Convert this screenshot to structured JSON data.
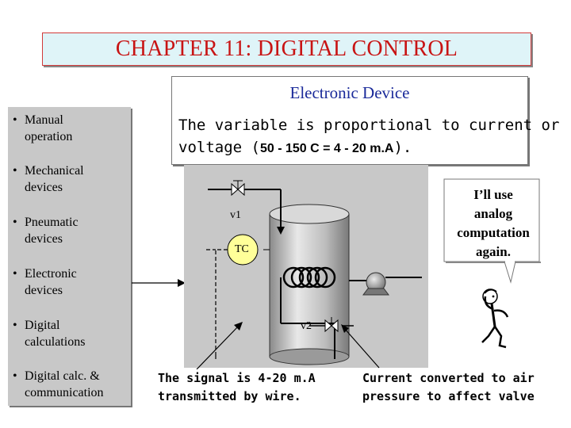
{
  "title": "CHAPTER 11: DIGITAL CONTROL",
  "left_panel": {
    "bullet_char": "•",
    "items": [
      {
        "label": "Manual operation",
        "line1": "Manual",
        "line2": "operation"
      },
      {
        "label": "Mechanical devices",
        "line1": "Mechanical",
        "line2": "devices"
      },
      {
        "label": "Pneumatic devices",
        "line1": "Pneumatic",
        "line2": "devices"
      },
      {
        "label": "Electronic devices",
        "line1": "Electronic",
        "line2": "devices"
      },
      {
        "label": "Digital calculations",
        "line1": "Digital",
        "line2": "calculations"
      },
      {
        "label": "Digital calc. & communication",
        "line1": "Digital calc. &",
        "line2": "communication"
      }
    ]
  },
  "device_box": {
    "heading": "Electronic Device",
    "line1": "The variable is proportional to current or",
    "line2_prefix": "voltage (",
    "line2_range": "50 - 150 C = 4 - 20 m.A",
    "line2_suffix": ")."
  },
  "plant": {
    "valve1_label": "v1",
    "valve2_label": "v2",
    "controller_label": "TC"
  },
  "bubble": {
    "line1": "I’ll use",
    "line2": "analog",
    "line3": "computation",
    "line4": "again."
  },
  "notes": {
    "signal_line1": "The signal is 4-20 m.A",
    "signal_line2": "transmitted by wire.",
    "current_line1": "Current converted to air",
    "current_line2": "pressure to affect valve"
  },
  "colors": {
    "title_text": "#c81414",
    "title_border": "#d23a3a",
    "title_bg": "#dff4f8",
    "heading_blue": "#1a2a9a",
    "panel_gray": "#c8c8c8",
    "controller_fill": "#ffff99"
  },
  "icons": [
    "arrow-icon",
    "valve-icon",
    "tank-icon",
    "heating-coil-icon",
    "pump-icon",
    "stick-figure-icon",
    "speech-bubble-icon"
  ]
}
